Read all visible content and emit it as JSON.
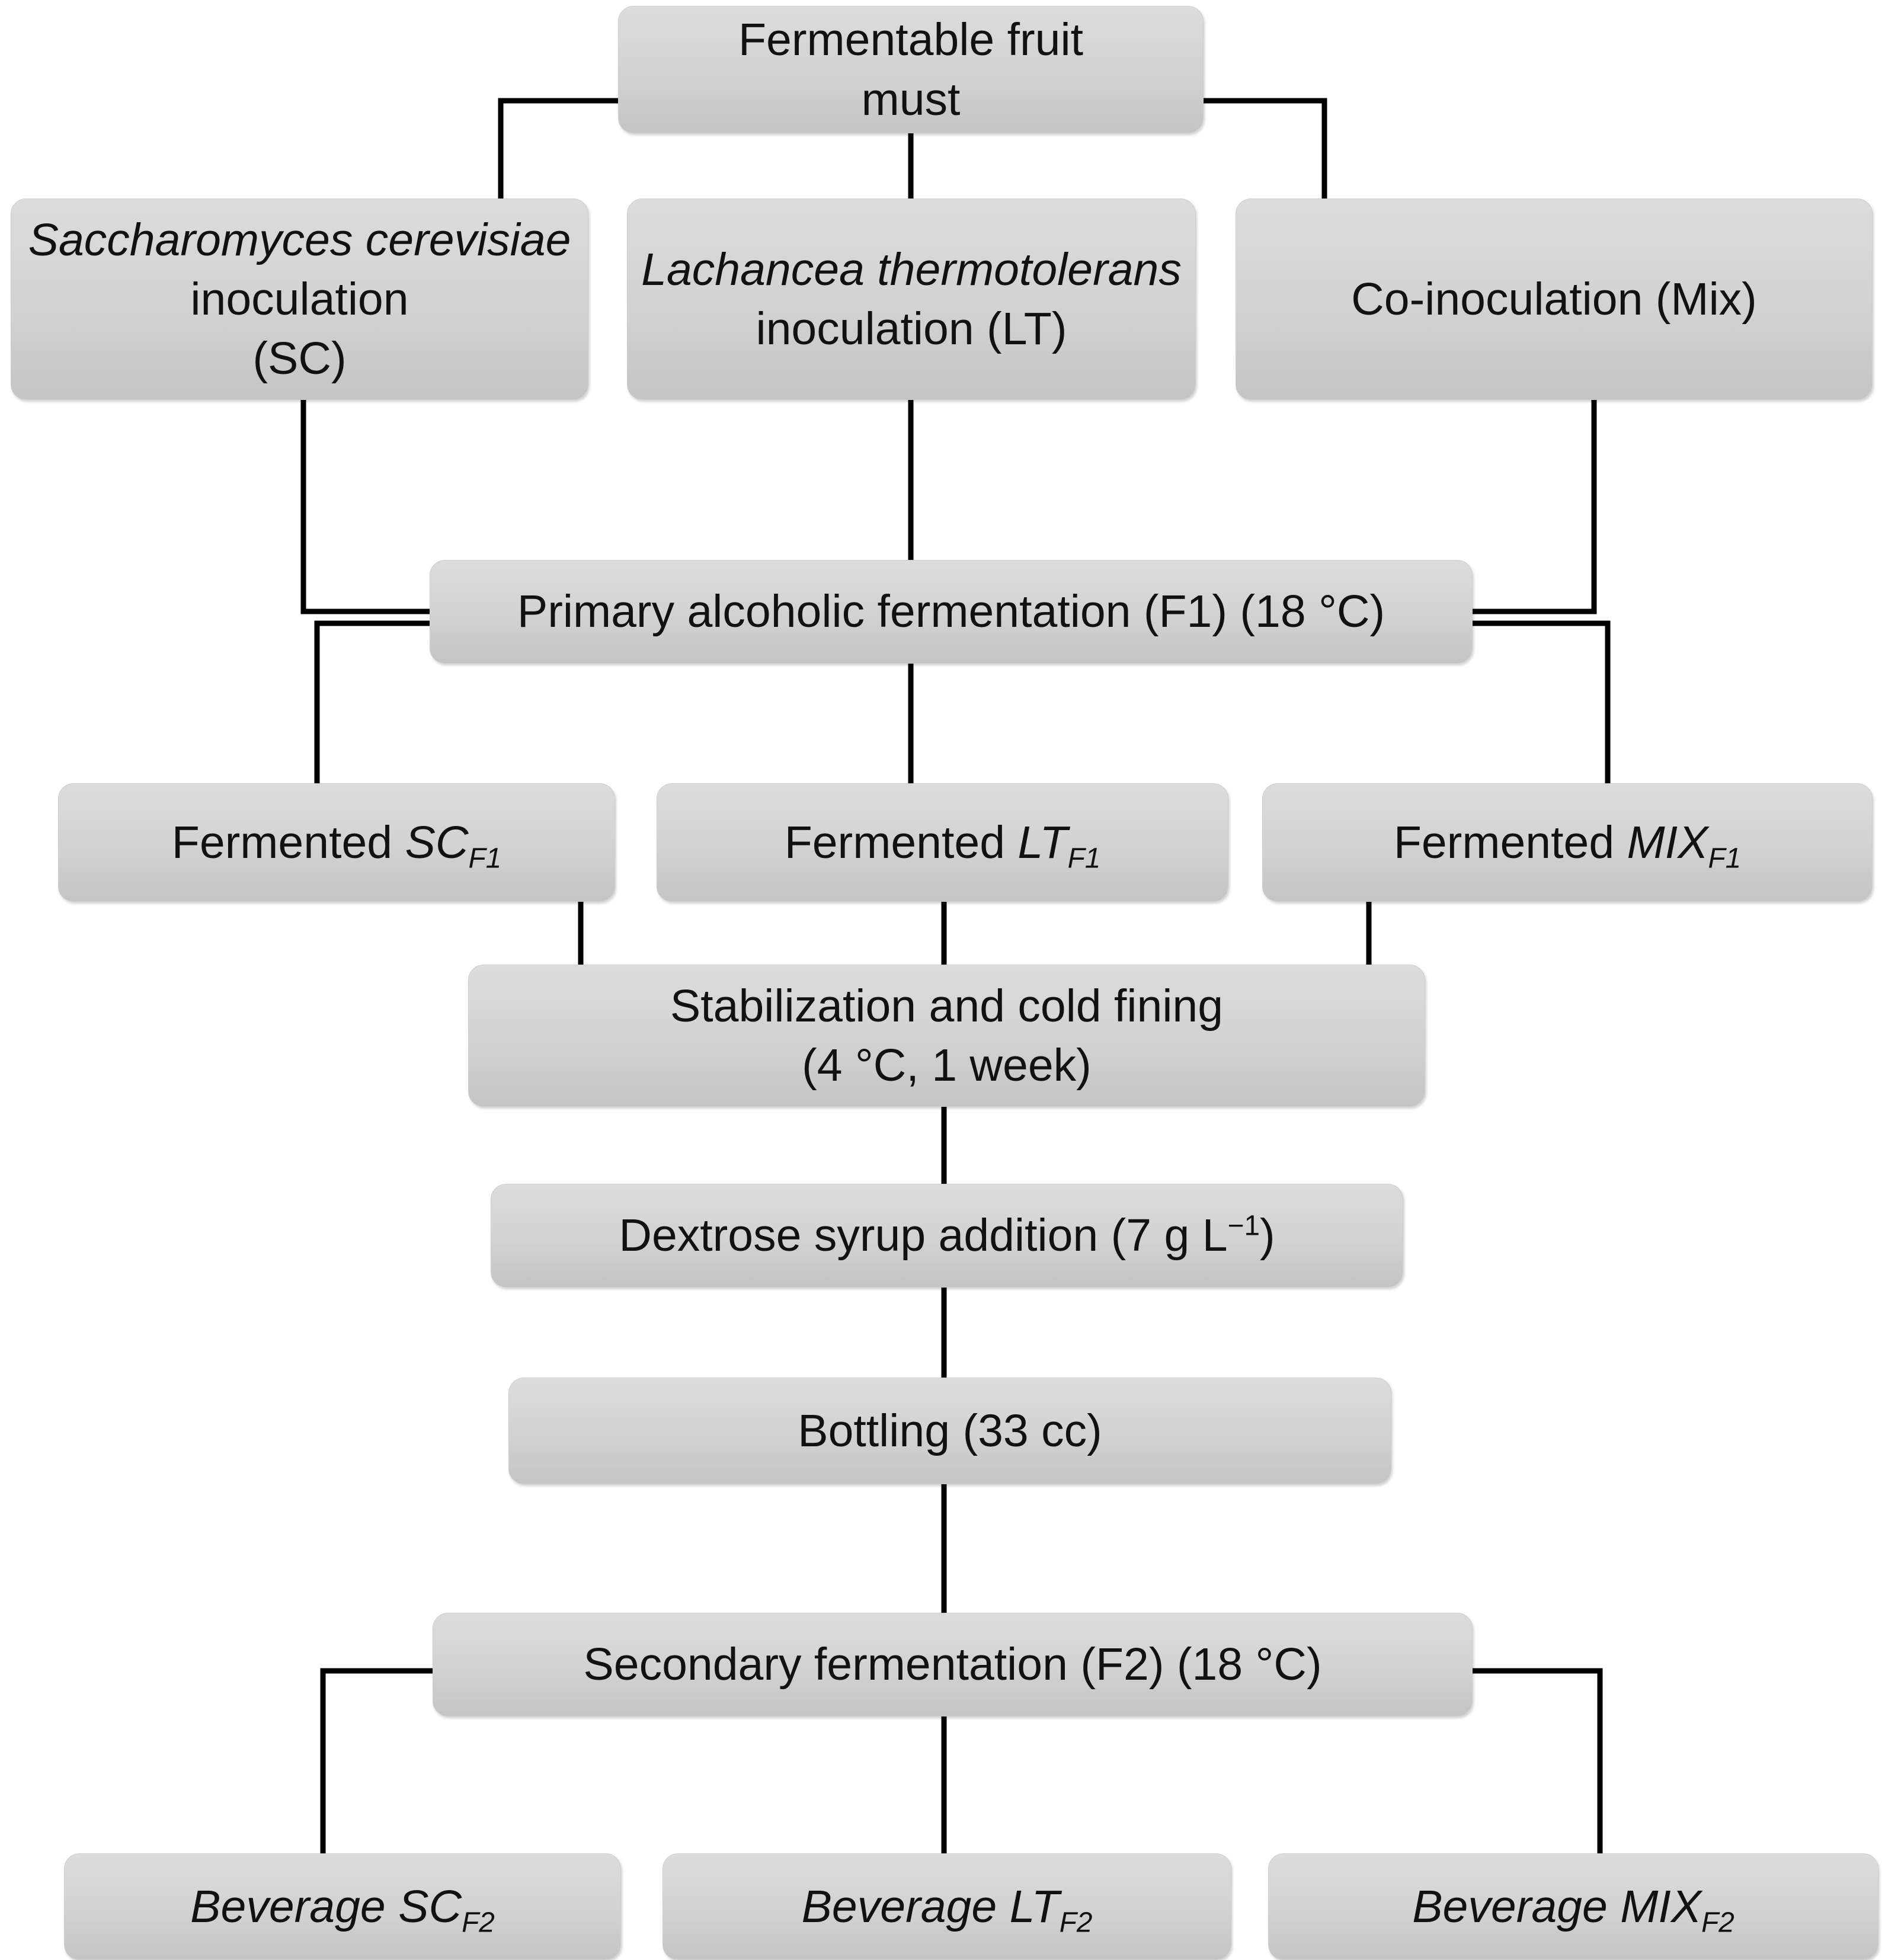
{
  "diagram": {
    "title": "Fermentation process flow diagram",
    "background_color": "#ffffff",
    "node_fill_color": "#d3d3d3",
    "connector_color": "#000000",
    "text_color": "#111111"
  },
  "nodes": {
    "must": {
      "label": "Fermentable fruit\nmust"
    },
    "sc_inoculation": {
      "label_italic": "Saccharomyces cerevisiae",
      "label_rest": " inoculation\n(SC)"
    },
    "lt_inoculation": {
      "label_italic": "Lachancea thermotolerans",
      "label_rest": "\ninoculation (LT)"
    },
    "mix_inoculation": {
      "label": "Co-inoculation (Mix)"
    },
    "primary_fermentation": {
      "label": "Primary alcoholic fermentation (F1) (18 °C)"
    },
    "fermented_sc": {
      "prefix": "Fermented ",
      "code": "SC",
      "subscript": "F1"
    },
    "fermented_lt": {
      "prefix": "Fermented ",
      "code": "LT",
      "subscript": "F1"
    },
    "fermented_mix": {
      "prefix": "Fermented ",
      "code": "MIX",
      "subscript": "F1"
    },
    "stabilization": {
      "label": "Stabilization and cold fining\n(4 °C, 1 week)"
    },
    "dextrose": {
      "prefix": "Dextrose syrup addition (7 g L",
      "superscript": "−1",
      "suffix": ")"
    },
    "bottling": {
      "label": "Bottling (33 cc)"
    },
    "secondary_fermentation": {
      "label": "Secondary fermentation (F2) (18 °C)"
    },
    "beverage_sc": {
      "prefix": "Beverage SC",
      "subscript": "F2"
    },
    "beverage_lt": {
      "prefix": "Beverage LT",
      "subscript": "F2"
    },
    "beverage_mix": {
      "prefix": "Beverage MIX",
      "subscript": "F2"
    }
  },
  "edges": [
    {
      "from": "must",
      "to": "sc_inoculation"
    },
    {
      "from": "must",
      "to": "lt_inoculation"
    },
    {
      "from": "must",
      "to": "mix_inoculation"
    },
    {
      "from": "sc_inoculation",
      "to": "primary_fermentation"
    },
    {
      "from": "lt_inoculation",
      "to": "primary_fermentation"
    },
    {
      "from": "mix_inoculation",
      "to": "primary_fermentation"
    },
    {
      "from": "primary_fermentation",
      "to": "fermented_sc"
    },
    {
      "from": "primary_fermentation",
      "to": "fermented_lt"
    },
    {
      "from": "primary_fermentation",
      "to": "fermented_mix"
    },
    {
      "from": "fermented_sc",
      "to": "stabilization"
    },
    {
      "from": "fermented_lt",
      "to": "stabilization"
    },
    {
      "from": "fermented_mix",
      "to": "stabilization"
    },
    {
      "from": "stabilization",
      "to": "dextrose"
    },
    {
      "from": "dextrose",
      "to": "bottling"
    },
    {
      "from": "bottling",
      "to": "secondary_fermentation"
    },
    {
      "from": "secondary_fermentation",
      "to": "beverage_sc"
    },
    {
      "from": "secondary_fermentation",
      "to": "beverage_lt"
    },
    {
      "from": "secondary_fermentation",
      "to": "beverage_mix"
    }
  ]
}
